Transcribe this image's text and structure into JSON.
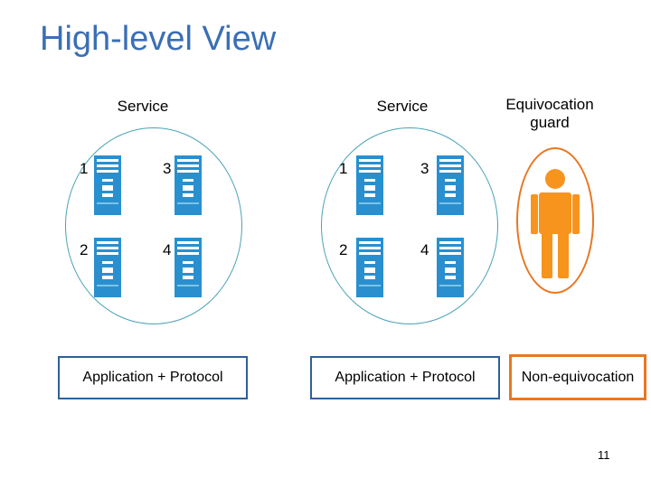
{
  "title": "High-level View",
  "left_cluster": {
    "label": "Service",
    "servers": [
      "1",
      "3",
      "2",
      "4"
    ],
    "protocol_box": "Application + Protocol"
  },
  "right_cluster": {
    "label": "Service",
    "servers": [
      "1",
      "3",
      "2",
      "4"
    ],
    "protocol_box": "Application + Protocol"
  },
  "guard": {
    "label_line1": "Equivocation",
    "label_line2": "guard",
    "box": "Non-equivocation",
    "icon": "person-icon"
  },
  "page_number": "11",
  "colors": {
    "title": "#3a6fb5",
    "circle": "#4aa3b4",
    "server": "#2a8fcf",
    "person": "#f7941d",
    "guard_border": "#e87722",
    "box_border": "#2f5f9a"
  }
}
